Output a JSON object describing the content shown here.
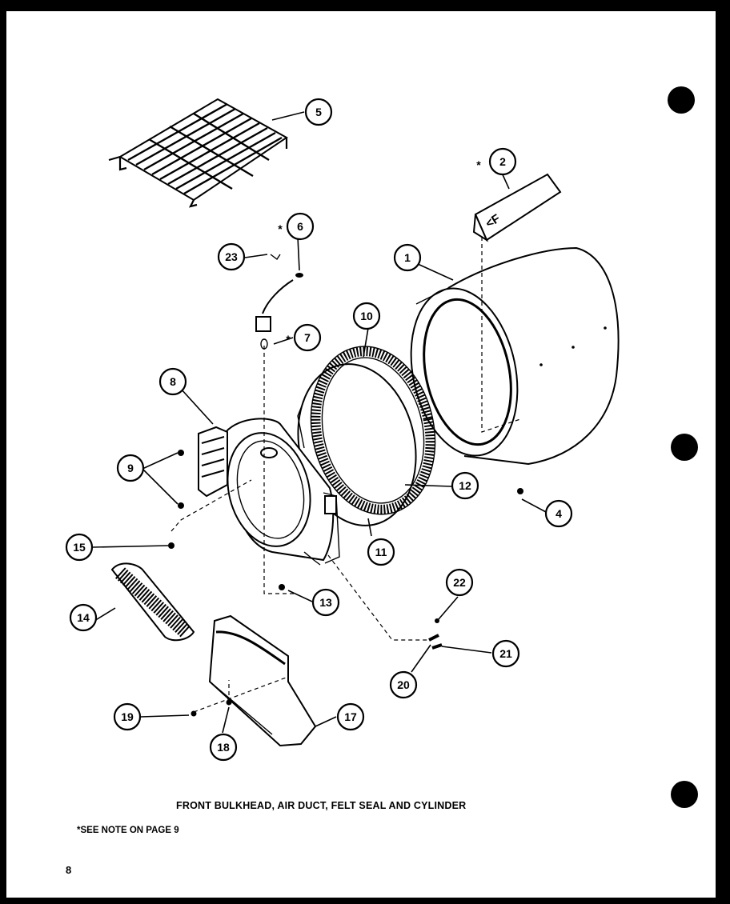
{
  "caption": "FRONT BULKHEAD, AIR DUCT, FELT SEAL AND CYLINDER",
  "note": "*SEE NOTE ON PAGE 9",
  "page_number": "8",
  "part_2_marking": "<F",
  "callouts": [
    {
      "id": "1",
      "label": "1"
    },
    {
      "id": "2",
      "label": "2",
      "starred": true
    },
    {
      "id": "4",
      "label": "4"
    },
    {
      "id": "5",
      "label": "5"
    },
    {
      "id": "6",
      "label": "6",
      "starred": true
    },
    {
      "id": "7",
      "label": "7",
      "starred": true
    },
    {
      "id": "8",
      "label": "8"
    },
    {
      "id": "9",
      "label": "9"
    },
    {
      "id": "10",
      "label": "10"
    },
    {
      "id": "11",
      "label": "11"
    },
    {
      "id": "12",
      "label": "12"
    },
    {
      "id": "13",
      "label": "13"
    },
    {
      "id": "14",
      "label": "14"
    },
    {
      "id": "15",
      "label": "15"
    },
    {
      "id": "17",
      "label": "17"
    },
    {
      "id": "18",
      "label": "18"
    },
    {
      "id": "19",
      "label": "19"
    },
    {
      "id": "20",
      "label": "20"
    },
    {
      "id": "21",
      "label": "21"
    },
    {
      "id": "22",
      "label": "22"
    },
    {
      "id": "23",
      "label": "23"
    }
  ]
}
